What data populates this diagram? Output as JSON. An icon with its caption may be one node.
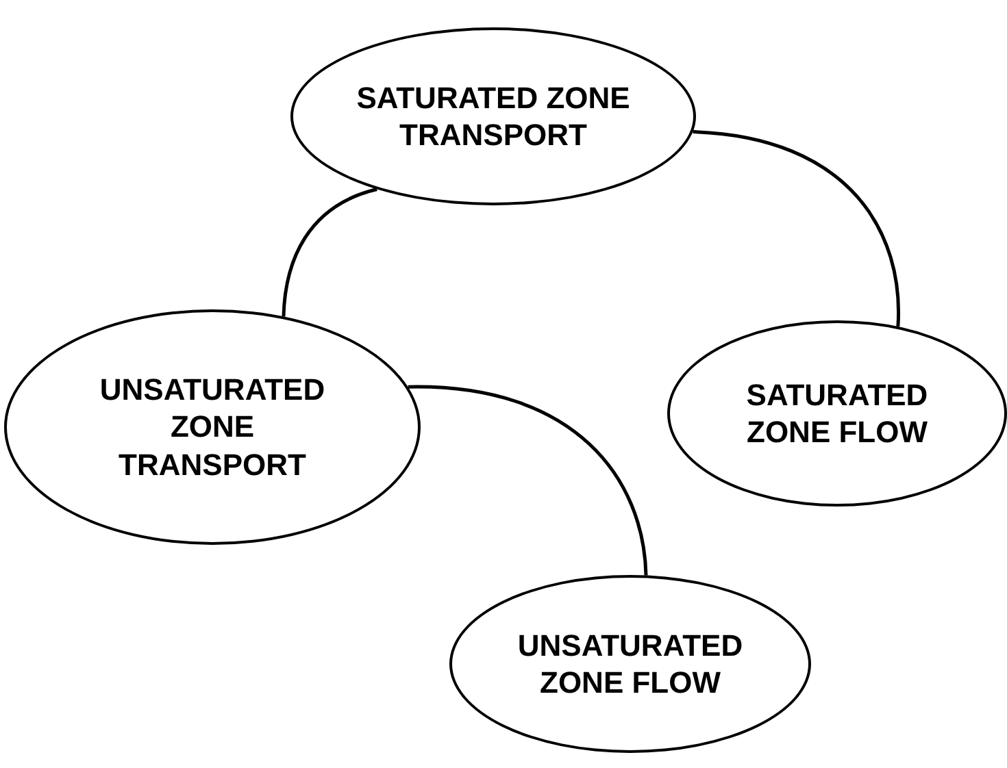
{
  "diagram": {
    "nodes": [
      {
        "text": [
          "SATURATED ZONE TRANSPORT"
        ]
      },
      {
        "text": [
          "UNSATURATED ZONE TRANSPORT"
        ]
      },
      {
        "text": [
          "SATURATED ZONE FLOW"
        ]
      },
      {
        "text": [
          "UNSATURATED ZONE FLOW"
        ]
      }
    ],
    "edges": [
      {
        "from": 0,
        "to": 1,
        "arrow": "none"
      },
      {
        "from": 0,
        "to": 2,
        "arrow": "none"
      },
      {
        "from": 1,
        "to": 3,
        "arrow": "none"
      }
    ]
  }
}
